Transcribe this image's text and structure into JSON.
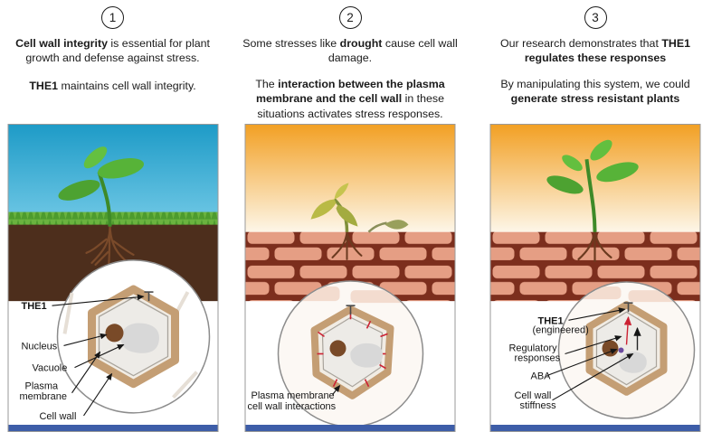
{
  "panels": [
    {
      "number": "1",
      "p1": [
        "Cell wall integrity",
        " is essential for plant growth and defense against stress."
      ],
      "p2": [
        "THE1",
        " maintains cell wall integrity."
      ],
      "labels": {
        "the1": "THE1",
        "nucleus": "Nucleus",
        "vacuole": "Vacuole",
        "plasma1": "Plasma",
        "plasma2": "membrane",
        "cellwall": "Cell wall"
      }
    },
    {
      "number": "2",
      "p1": [
        "Some stresses like ",
        "drought",
        " cause cell wall damage."
      ],
      "p2": [
        "The ",
        "interaction between the plasma membrane and the cell wall",
        " in these situations activates stress responses."
      ],
      "labels": {
        "pm1": "Plasma membrane",
        "pm2": "cell wall interactions"
      }
    },
    {
      "number": "3",
      "p1": [
        "Our research demonstrates that ",
        "THE1 regulates these responses"
      ],
      "p2": [
        "By manipulating this system, we could ",
        "generate stress resistant plants"
      ],
      "labels": {
        "the1": "THE1",
        "eng": "(engineered)",
        "reg1": "Regulatory",
        "reg2": "responses",
        "aba": "ABA",
        "cw1": "Cell wall",
        "cw2": "stiffness"
      }
    }
  ],
  "colors": {
    "sky_blue": "#1e9bc7",
    "grass_green": "#5aa838",
    "soil_brown": "#4d2e1c",
    "drought_sky_orange": "#f2a024",
    "dry_soil_salmon": "#e59e84",
    "crack_brown": "#7c2e1d",
    "cell_wall_tan": "#c49e74",
    "nucleus_brown": "#794a28",
    "vacuole_gray": "#d8d8d8",
    "stress_red": "#cc2233",
    "aba_purple": "#6a4a9e",
    "footer_bar_blue": "#3d5da8"
  }
}
